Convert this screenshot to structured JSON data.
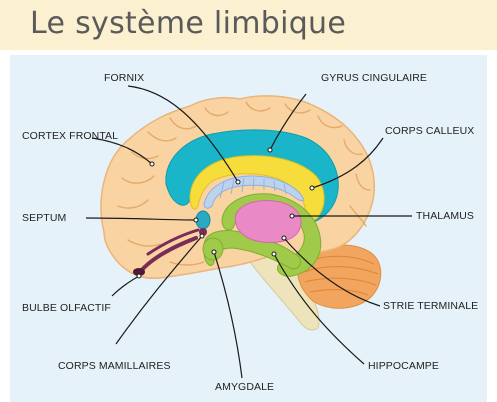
{
  "title": "Le système limbique",
  "labels": {
    "fornix": "FORNIX",
    "gyrus_cingulaire": "GYRUS CINGULAIRE",
    "cortex_frontal": "CORTEX FRONTAL",
    "corps_calleux": "CORPS CALLEUX",
    "septum": "SEPTUM",
    "thalamus": "THALAMUS",
    "bulbe_olfactif": "BULBE OLFACTIF",
    "strie_terminale": "STRIE TERMINALE",
    "corps_mamillaires": "CORPS MAMILLAIRES",
    "hippocampe": "HIPPOCAMPE",
    "amygdale": "AMYGDALE"
  },
  "colors": {
    "title_bar": "#fbf0cf",
    "panel": "#e6f2fa",
    "cortex": "#f9d3a1",
    "cingulate": "#1bb5c9",
    "corpus_callosum": "#f6dd3c",
    "fornix": "#bcd3f0",
    "green_structures": "#9fca4a",
    "thalamus": "#e98ac7",
    "olfactory": "#7a2c56",
    "cerebellum": "#f2a55e",
    "brainstem": "#eee4bb"
  }
}
